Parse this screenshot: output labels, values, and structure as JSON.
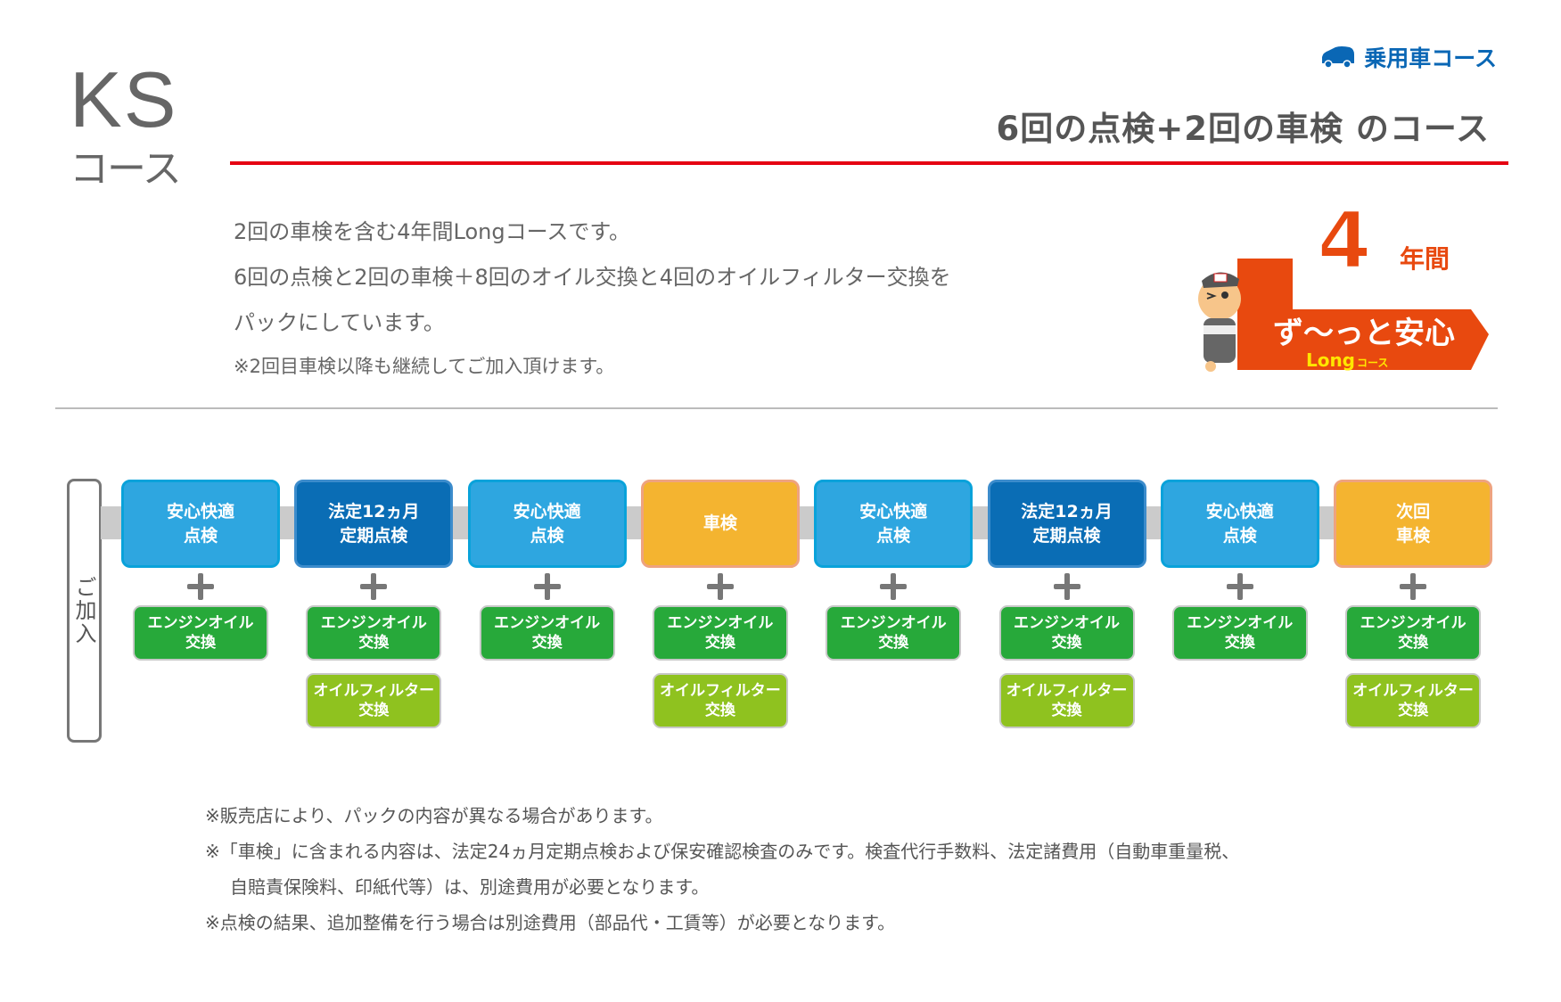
{
  "header": {
    "course_code": "KS",
    "course_suffix": "コース",
    "category_label": "乗用車コース",
    "category_icon": "car-icon",
    "heading": "6回の点検+2回の車検 のコース",
    "accent_color": "#e50012",
    "category_color": "#0a67b5"
  },
  "description": {
    "lines": [
      "2回の車検を含む4年間Longコースです。",
      "6回の点検と2回の車検＋8回のオイル交換と4回のオイルフィルター交換を",
      "パックにしています。"
    ],
    "note": "※2回目車検以降も継続してご加入頂けます。"
  },
  "badge": {
    "number": "4",
    "years": "年間",
    "tagline": "ず〜っと安心",
    "long": "Long",
    "long_suffix": "コース",
    "color": "#e8490f"
  },
  "timeline": {
    "join_label": "ご加入",
    "steps": [
      {
        "label": "安心快適\n点検",
        "type": "light",
        "oil": "エンジンオイル\n交換",
        "filter": null
      },
      {
        "label": "法定12ヵ月\n定期点検",
        "type": "dark",
        "oil": "エンジンオイル\n交換",
        "filter": "オイルフィルター\n交換"
      },
      {
        "label": "安心快適\n点検",
        "type": "light",
        "oil": "エンジンオイル\n交換",
        "filter": null
      },
      {
        "label": "車検",
        "type": "orange",
        "oil": "エンジンオイル\n交換",
        "filter": "オイルフィルター\n交換"
      },
      {
        "label": "安心快適\n点検",
        "type": "light",
        "oil": "エンジンオイル\n交換",
        "filter": null
      },
      {
        "label": "法定12ヵ月\n定期点検",
        "type": "dark",
        "oil": "エンジンオイル\n交換",
        "filter": "オイルフィルター\n交換"
      },
      {
        "label": "安心快適\n点検",
        "type": "light",
        "oil": "エンジンオイル\n交換",
        "filter": null
      },
      {
        "label": "次回\n車検",
        "type": "orange",
        "oil": "エンジンオイル\n交換",
        "filter": "オイルフィルター\n交換"
      }
    ]
  },
  "notes": [
    "※販売店により、パックの内容が異なる場合があります。",
    "※「車検」に含まれる内容は、法定24ヵ月定期点検および保安確認検査のみです。検査代行手数料、法定諸費用（自動車重量税、",
    "自賠責保険料、印紙代等）は、別途費用が必要となります。",
    "※点検の結果、追加整備を行う場合は別途費用（部品代・工賃等）が必要となります。"
  ]
}
